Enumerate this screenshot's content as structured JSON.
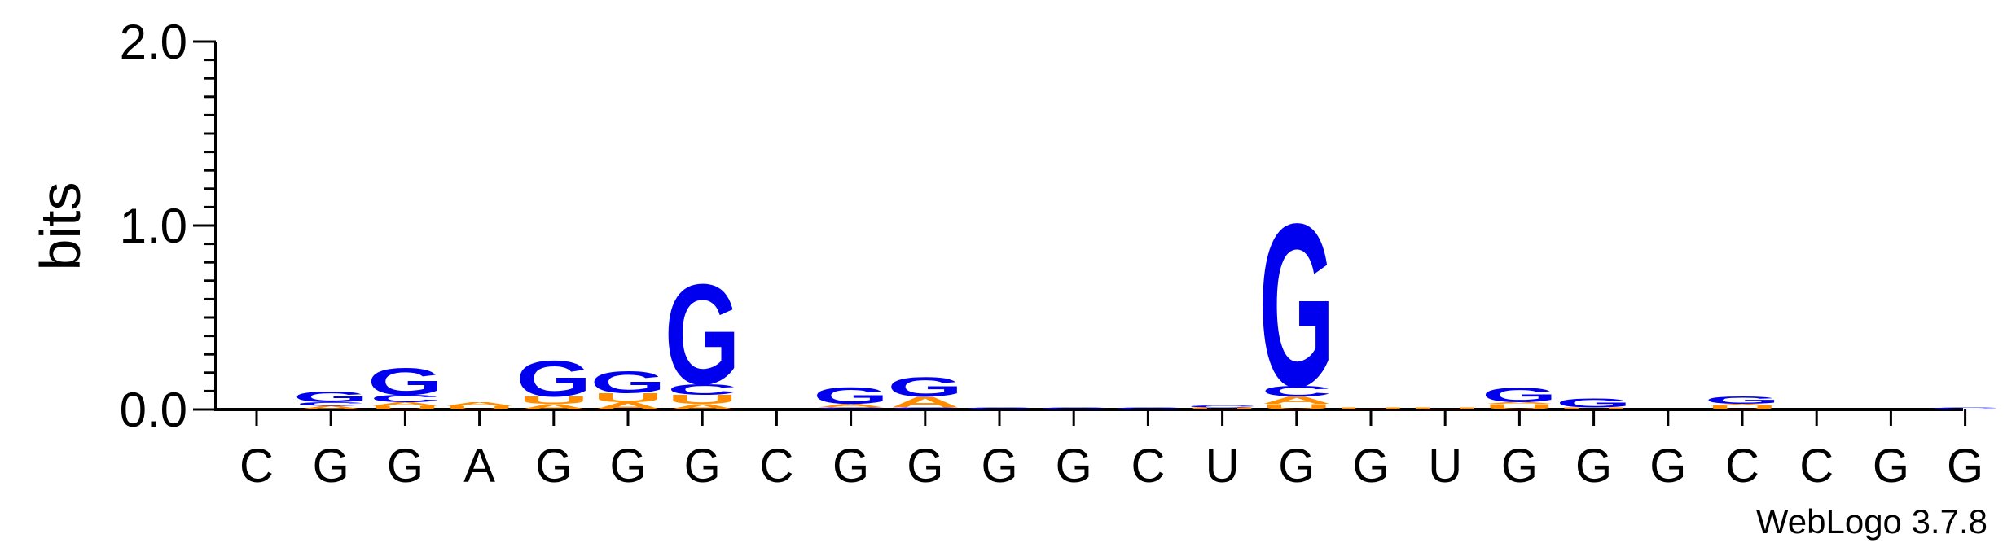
{
  "chart_data": {
    "type": "sequence-logo",
    "ylabel": "bits",
    "ylim": [
      0,
      2.0
    ],
    "yticks": [
      "0.0",
      "1.0",
      "2.0"
    ],
    "y_minor_step": 0.1,
    "sequence": [
      "C",
      "G",
      "G",
      "A",
      "G",
      "G",
      "G",
      "C",
      "G",
      "G",
      "G",
      "G",
      "C",
      "U",
      "G",
      "G",
      "U",
      "G",
      "G",
      "G",
      "C",
      "C",
      "G",
      "G"
    ],
    "colors": {
      "G": "#0000ee",
      "C": "#0000ee",
      "A": "#ff8c00",
      "U": "#ff8c00"
    },
    "positions": [
      {
        "position": 1,
        "stack": []
      },
      {
        "position": 2,
        "stack": [
          {
            "letter": "A",
            "bits": 0.02
          },
          {
            "letter": "C",
            "bits": 0.02
          },
          {
            "letter": "G",
            "bits": 0.06
          }
        ]
      },
      {
        "position": 3,
        "stack": [
          {
            "letter": "U",
            "bits": 0.02
          },
          {
            "letter": "A",
            "bits": 0.02
          },
          {
            "letter": "C",
            "bits": 0.04
          },
          {
            "letter": "G",
            "bits": 0.15
          }
        ]
      },
      {
        "position": 4,
        "stack": [
          {
            "letter": "U",
            "bits": 0.02
          },
          {
            "letter": "A",
            "bits": 0.02
          }
        ]
      },
      {
        "position": 5,
        "stack": [
          {
            "letter": "A",
            "bits": 0.03
          },
          {
            "letter": "U",
            "bits": 0.04
          },
          {
            "letter": "G",
            "bits": 0.2
          }
        ]
      },
      {
        "position": 6,
        "stack": [
          {
            "letter": "A",
            "bits": 0.04
          },
          {
            "letter": "U",
            "bits": 0.05
          },
          {
            "letter": "G",
            "bits": 0.12
          }
        ]
      },
      {
        "position": 7,
        "stack": [
          {
            "letter": "A",
            "bits": 0.03
          },
          {
            "letter": "U",
            "bits": 0.05
          },
          {
            "letter": "C",
            "bits": 0.06
          },
          {
            "letter": "G",
            "bits": 0.56
          }
        ]
      },
      {
        "position": 8,
        "stack": []
      },
      {
        "position": 9,
        "stack": [
          {
            "letter": "C",
            "bits": 0.01
          },
          {
            "letter": "A",
            "bits": 0.02
          },
          {
            "letter": "G",
            "bits": 0.09
          }
        ]
      },
      {
        "position": 10,
        "stack": [
          {
            "letter": "C",
            "bits": 0.01
          },
          {
            "letter": "A",
            "bits": 0.06
          },
          {
            "letter": "G",
            "bits": 0.11
          }
        ]
      },
      {
        "position": 11,
        "stack": [
          {
            "letter": "C",
            "bits": 0.01
          }
        ]
      },
      {
        "position": 12,
        "stack": [
          {
            "letter": "C",
            "bits": 0.01
          }
        ]
      },
      {
        "position": 13,
        "stack": [
          {
            "letter": "C",
            "bits": 0.01
          }
        ]
      },
      {
        "position": 14,
        "stack": [
          {
            "letter": "U",
            "bits": 0.01
          },
          {
            "letter": "C",
            "bits": 0.01
          }
        ]
      },
      {
        "position": 15,
        "stack": [
          {
            "letter": "U",
            "bits": 0.03
          },
          {
            "letter": "A",
            "bits": 0.04
          },
          {
            "letter": "C",
            "bits": 0.06
          },
          {
            "letter": "G",
            "bits": 0.91
          }
        ]
      },
      {
        "position": 16,
        "stack": [
          {
            "letter": "U",
            "bits": 0.01
          }
        ]
      },
      {
        "position": 17,
        "stack": [
          {
            "letter": "U",
            "bits": 0.01
          }
        ]
      },
      {
        "position": 18,
        "stack": [
          {
            "letter": "U",
            "bits": 0.03
          },
          {
            "letter": "A",
            "bits": 0.01
          },
          {
            "letter": "G",
            "bits": 0.08
          }
        ]
      },
      {
        "position": 19,
        "stack": [
          {
            "letter": "U",
            "bits": 0.01
          },
          {
            "letter": "G",
            "bits": 0.05
          }
        ]
      },
      {
        "position": 20,
        "stack": []
      },
      {
        "position": 21,
        "stack": [
          {
            "letter": "U",
            "bits": 0.02
          },
          {
            "letter": "A",
            "bits": 0.01
          },
          {
            "letter": "G",
            "bits": 0.04
          }
        ]
      },
      {
        "position": 22,
        "stack": []
      },
      {
        "position": 23,
        "stack": []
      },
      {
        "position": 24,
        "stack": [
          {
            "letter": "C",
            "bits": 0.01
          }
        ]
      }
    ],
    "credit": "WebLogo 3.7.8"
  }
}
